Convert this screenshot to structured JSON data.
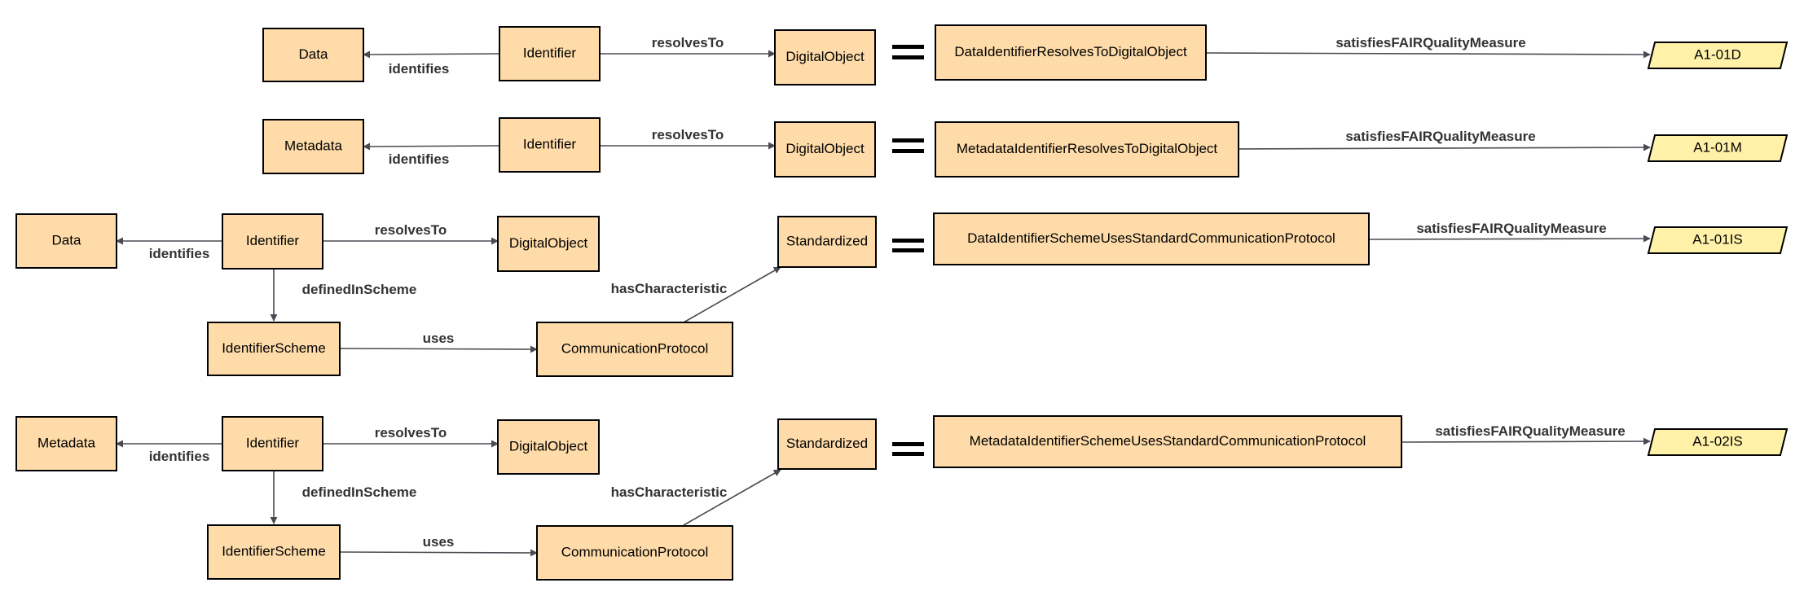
{
  "diagram": {
    "colors": {
      "node_fill": "#fedba8",
      "measure_fill": "#fff1a8",
      "edge": "#4a4a52",
      "label": "#333333"
    },
    "rows": [
      {
        "data": "Data",
        "identifier": "Identifier",
        "object": "DigitalObject",
        "identifies": "identifies",
        "resolves_to": "resolvesTo",
        "composite": "DataIdentifierResolvesToDigitalObject",
        "satisfies": "satisfiesFAIRQualityMeasure",
        "measure": "A1-01D"
      },
      {
        "data": "Metadata",
        "identifier": "Identifier",
        "object": "DigitalObject",
        "identifies": "identifies",
        "resolves_to": "resolvesTo",
        "composite": "MetadataIdentifierResolvesToDigitalObject",
        "satisfies": "satisfiesFAIRQualityMeasure",
        "measure": "A1-01M"
      },
      {
        "data": "Data",
        "identifier": "Identifier",
        "object": "DigitalObject",
        "identifies": "identifies",
        "resolves_to": "resolvesTo",
        "defined_in_scheme": "definedInScheme",
        "scheme": "IdentifierScheme",
        "uses": "uses",
        "protocol": "CommunicationProtocol",
        "has_characteristic": "hasCharacteristic",
        "characteristic": "Standardized",
        "composite": "DataIdentifierSchemeUsesStandardCommunicationProtocol",
        "satisfies": "satisfiesFAIRQualityMeasure",
        "measure": "A1-01IS"
      },
      {
        "data": "Metadata",
        "identifier": "Identifier",
        "object": "DigitalObject",
        "identifies": "identifies",
        "resolves_to": "resolvesTo",
        "defined_in_scheme": "definedInScheme",
        "scheme": "IdentifierScheme",
        "uses": "uses",
        "protocol": "CommunicationProtocol",
        "has_characteristic": "hasCharacteristic",
        "characteristic": "Standardized",
        "composite": "MetadataIdentifierSchemeUsesStandardCommunicationProtocol",
        "satisfies": "satisfiesFAIRQualityMeasure",
        "measure": "A1-02IS"
      }
    ]
  }
}
